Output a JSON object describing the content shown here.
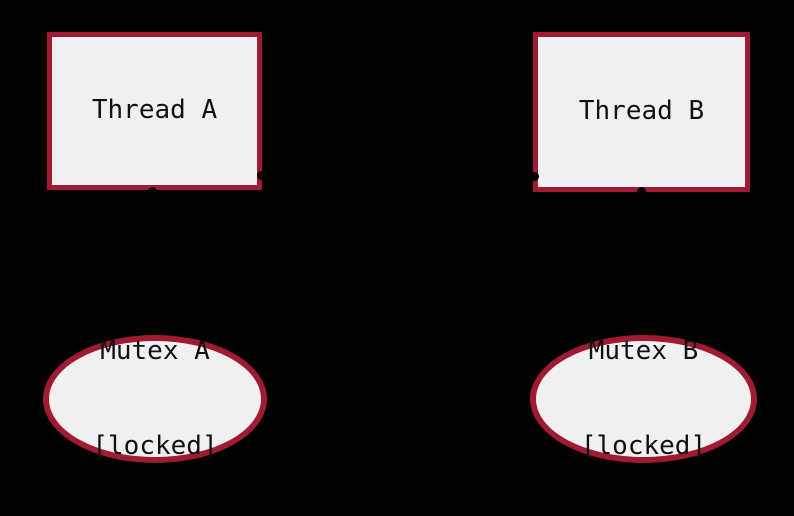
{
  "diagram": {
    "title": "thread-mutex deadlock diagram",
    "background_color": "#000000",
    "node_fill_color": "#f0f0f1",
    "node_border_color": "#9e1b32",
    "text_color": "#111111",
    "edge_color": "#000000",
    "nodes": {
      "thread_a": {
        "shape": "box",
        "label": "Thread A"
      },
      "thread_b": {
        "shape": "box",
        "label": "Thread B"
      },
      "mutex_a": {
        "shape": "ellipse",
        "lines": [
          "Mutex A",
          "[locked]"
        ]
      },
      "mutex_b": {
        "shape": "ellipse",
        "lines": [
          "Mutex B",
          "[locked]"
        ]
      }
    }
  }
}
